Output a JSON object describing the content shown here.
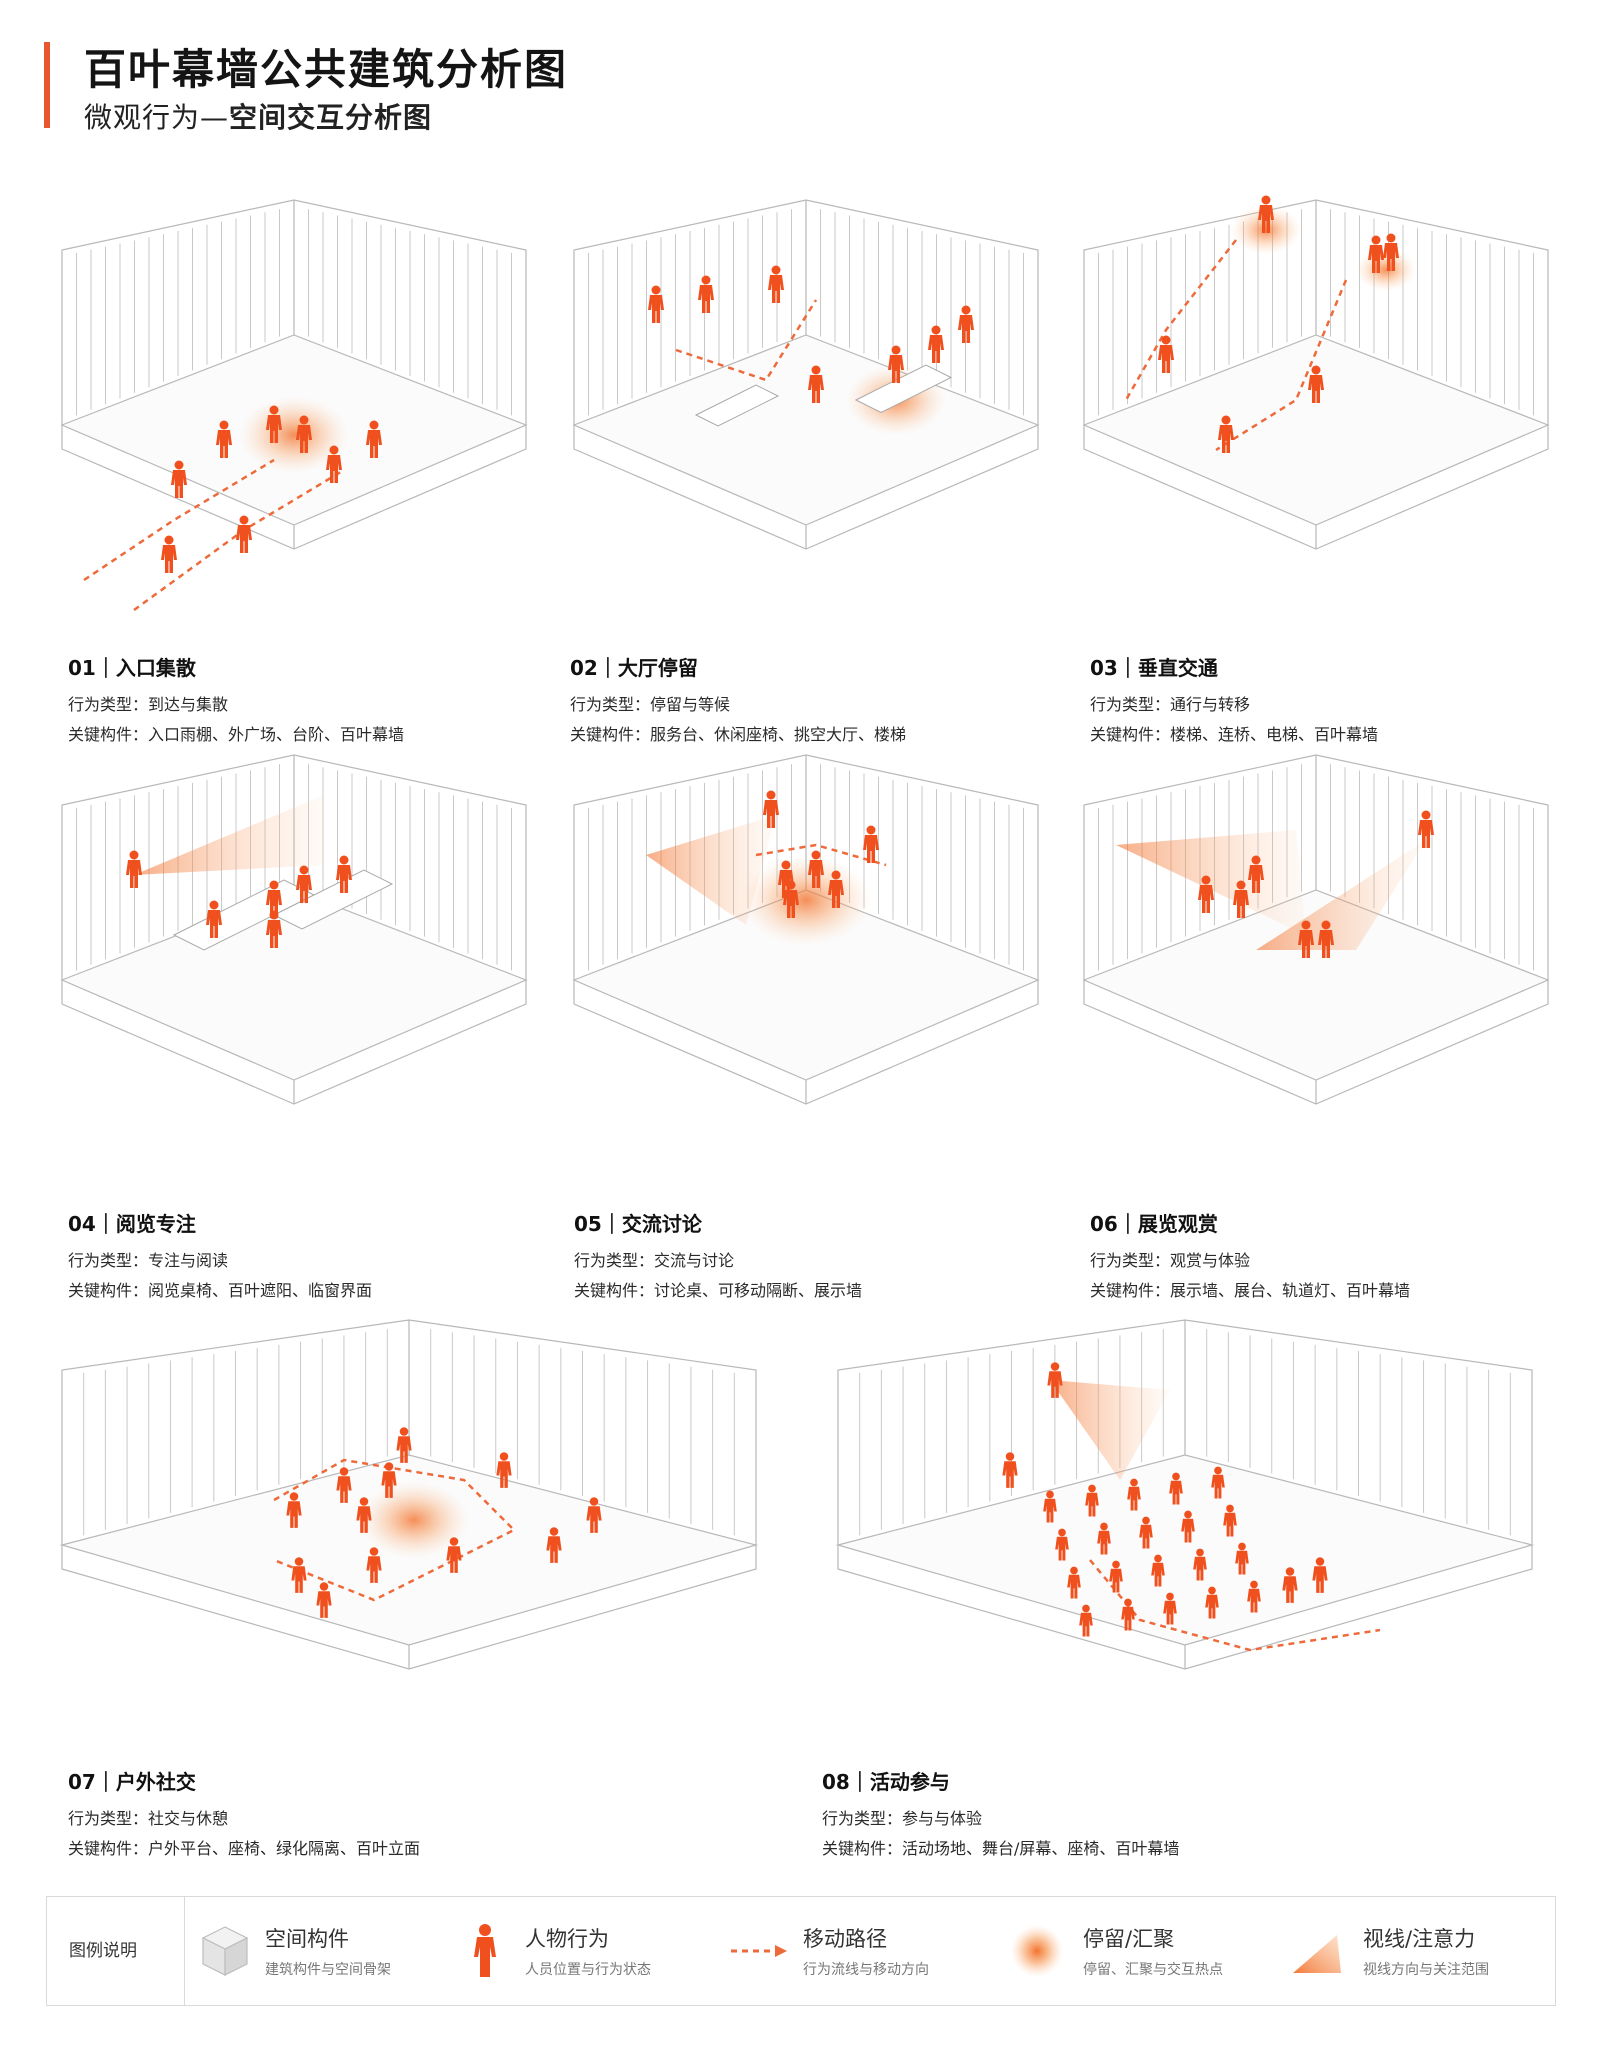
{
  "header": {
    "title": "百叶幕墙公共建筑分析图",
    "subtitle_prefix": "微观行为—",
    "subtitle_bold": "空间交互分析图"
  },
  "colors": {
    "accent": "#e8572f",
    "person": "#f0501e",
    "path": "#ee6a3a",
    "line": "#9a9a9a",
    "glow": "#f57a2f"
  },
  "panels": [
    {
      "num": "01｜入口集散",
      "behavior": "行为类型：到达与集散",
      "components": "关键构件：入口雨棚、外广场、台阶、百叶幕墙"
    },
    {
      "num": "02｜大厅停留",
      "behavior": "行为类型：停留与等候",
      "components": "关键构件：服务台、休闲座椅、挑空大厅、楼梯"
    },
    {
      "num": "03｜垂直交通",
      "behavior": "行为类型：通行与转移",
      "components": "关键构件：楼梯、连桥、电梯、百叶幕墙"
    },
    {
      "num": "04｜阅览专注",
      "behavior": "行为类型：专注与阅读",
      "components": "关键构件：阅览桌椅、百叶遮阳、临窗界面"
    },
    {
      "num": "05｜交流讨论",
      "behavior": "行为类型：交流与讨论",
      "components": "关键构件：讨论桌、可移动隔断、展示墙"
    },
    {
      "num": "06｜展览观赏",
      "behavior": "行为类型：观赏与体验",
      "components": "关键构件：展示墙、展台、轨道灯、百叶幕墙"
    },
    {
      "num": "07｜户外社交",
      "behavior": "行为类型：社交与休憩",
      "components": "关键构件：户外平台、座椅、绿化隔离、百叶立面"
    },
    {
      "num": "08｜活动参与",
      "behavior": "行为类型：参与与体验",
      "components": "关键构件：活动场地、舞台/屏幕、座椅、百叶幕墙"
    }
  ],
  "legend": {
    "title": "图例说明",
    "items": [
      {
        "icon": "cube-icon",
        "label": "空间构件",
        "desc": "建筑构件与空间骨架"
      },
      {
        "icon": "person-icon",
        "label": "人物行为",
        "desc": "人员位置与行为状态"
      },
      {
        "icon": "dashed-arrow-icon",
        "label": "移动路径",
        "desc": "行为流线与移动方向"
      },
      {
        "icon": "glow-icon",
        "label": "停留/汇聚",
        "desc": "停留、汇聚与交互热点"
      },
      {
        "icon": "sightline-icon",
        "label": "视线/注意力",
        "desc": "视线方向与关注范围"
      }
    ]
  }
}
